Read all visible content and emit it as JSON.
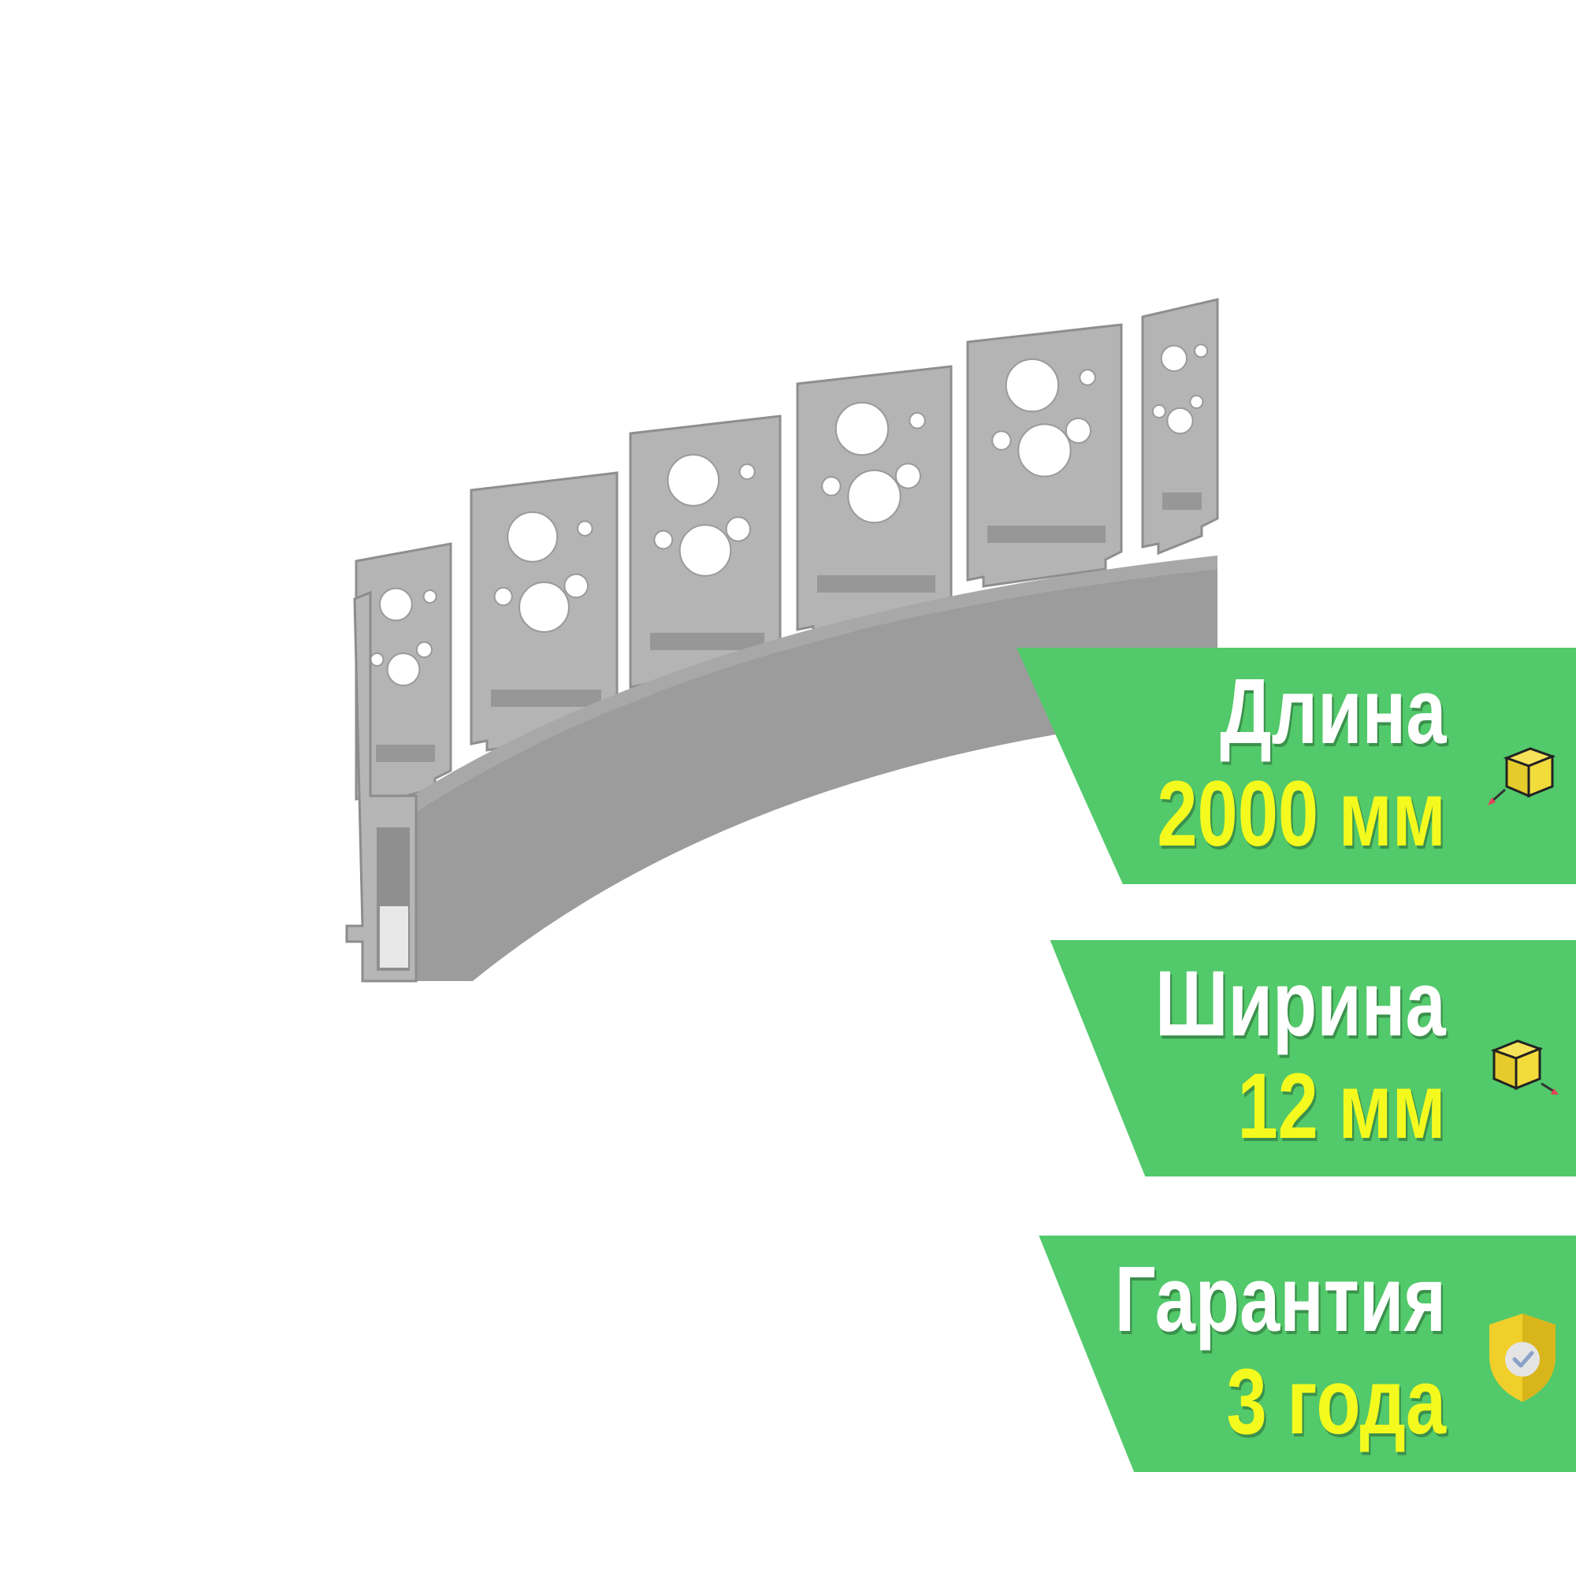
{
  "product": {
    "image": "curved-led-profile-with-perforated-plaster-wings",
    "colors": {
      "profile_face": "#9c9c9c",
      "profile_flange": "#b4b4b4",
      "profile_dark": "#7f7f7f",
      "diffuser": "#e8e8e8"
    }
  },
  "badges": [
    {
      "label": "Длина",
      "value": "2000 мм",
      "icon": "box-length-icon"
    },
    {
      "label": "Ширина",
      "value": "12 мм",
      "icon": "box-width-icon"
    },
    {
      "label": "Гарантия",
      "value": "3 года",
      "icon": "shield-check-icon"
    }
  ],
  "colors": {
    "badge_bg": "#52c96a",
    "label_text": "#ffffff",
    "value_text": "#f4fa1e",
    "icon_cube": "#f2dc3c",
    "icon_arrow": "#e2425a",
    "icon_shield": "#f0cf2a"
  }
}
